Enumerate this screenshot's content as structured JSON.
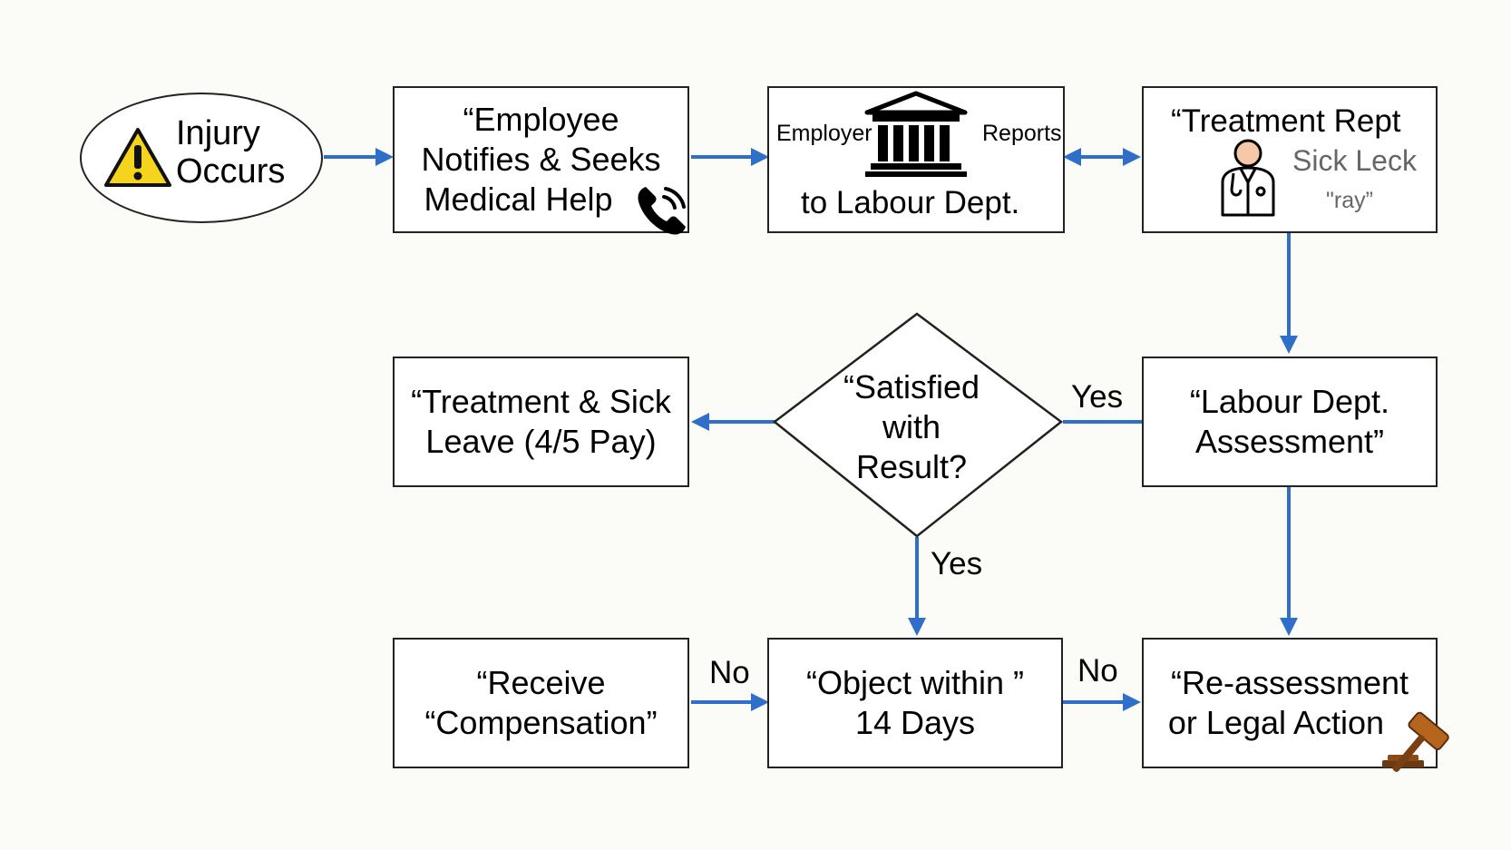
{
  "nodes": {
    "start": {
      "lines": [
        "Injury",
        "Occurs"
      ],
      "icon": "warning-icon"
    },
    "notify": {
      "lines": [
        "“Employee",
        "Notifies & Seeks",
        "Medical Help"
      ],
      "icon": "phone-icon"
    },
    "report": {
      "left": "Employer",
      "right": "Reports",
      "bottom": "to Labour Dept.",
      "icon": "government-building-icon"
    },
    "treatment_report": {
      "title": "“Treatment Rept",
      "sub1": "Sick Leck",
      "sub2": "\"ray”",
      "icon": "doctor-icon"
    },
    "assessment": {
      "lines": [
        "“Labour Dept.",
        "Assessment”"
      ]
    },
    "decision": {
      "lines": [
        "“Satisfied",
        "with",
        "Result?"
      ]
    },
    "treatment_sick": {
      "lines": [
        "“Treatment & Sick",
        "Leave (4/5 Pay)"
      ]
    },
    "object": {
      "lines": [
        "“Object within ”",
        "14 Days"
      ]
    },
    "receive": {
      "lines": [
        "“Receive",
        "“Compensation”"
      ]
    },
    "reassess": {
      "lines": [
        "“Re-assessment",
        "or Legal Action"
      ],
      "icon": "gavel-icon"
    }
  },
  "edge_labels": {
    "yes_right": "Yes",
    "yes_down": "Yes",
    "no_left": "No",
    "no_right": "No"
  },
  "colors": {
    "arrow": "#2f6fc9",
    "warning": "#f4d41c",
    "gavel": "#b5651d"
  }
}
